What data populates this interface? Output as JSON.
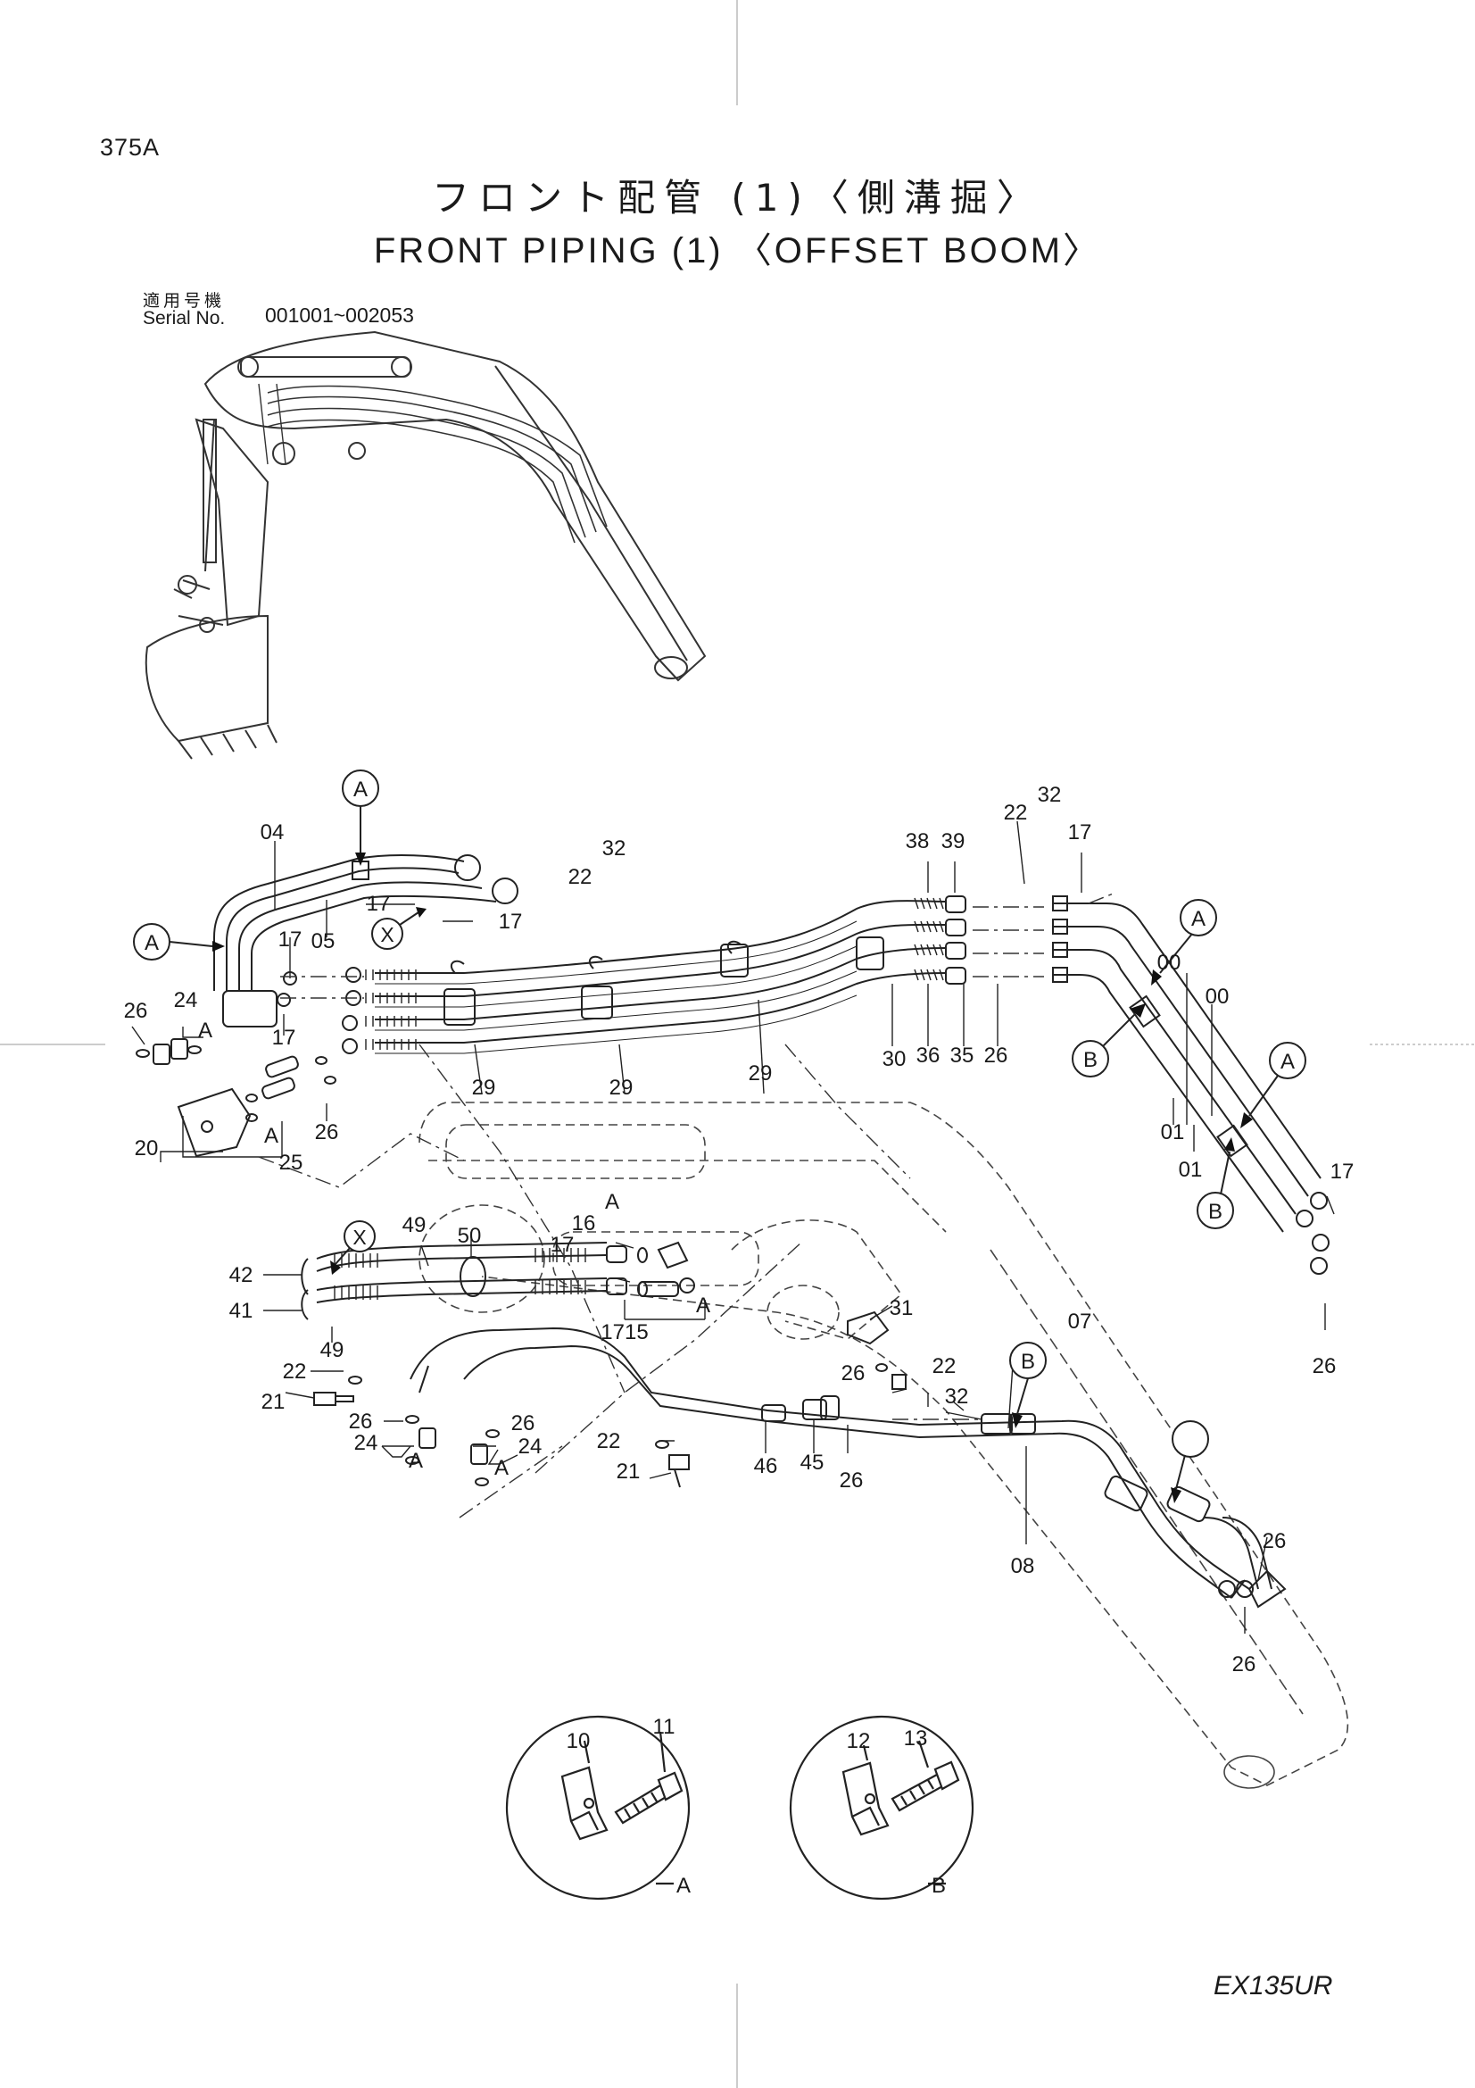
{
  "header": {
    "page_code": "375A",
    "title_ja": "フロント配管 (1)〈側溝掘〉",
    "title_en": "FRONT PIPING (1) 〈OFFSET BOOM〉",
    "serial_label_ja": "適用号機",
    "serial_label_en": "Serial No.",
    "serial_range": "001001~002053"
  },
  "footer": {
    "model": "EX135UR"
  },
  "callouts": {
    "a1": "A",
    "a2": "A",
    "a3": "A",
    "a4": "A",
    "b1": "B",
    "b2": "B",
    "b3": "B",
    "x1": "X",
    "x2": "X"
  },
  "detail_views": {
    "a": {
      "label": "A",
      "part_clamp": "10",
      "part_bolt": "11"
    },
    "b": {
      "label": "B",
      "part_clamp": "12",
      "part_bolt": "13"
    }
  },
  "part_labels": {
    "p04": "04",
    "p05": "05",
    "p17a": "17",
    "p17b": "17",
    "p17c": "17",
    "p17d": "17",
    "p17e": "17",
    "p17f": "17",
    "p17g": "17",
    "p22a": "22",
    "p32a": "32",
    "p26a": "26",
    "p24a": "24",
    "pA1": "A",
    "pA2": "A",
    "p20": "20",
    "p25": "25",
    "p26b": "26",
    "p29a": "29",
    "p29b": "29",
    "p29c": "29",
    "p38": "38",
    "p39": "39",
    "p22b": "22",
    "p32b": "32",
    "p30": "30",
    "p36": "36",
    "p35": "35",
    "p26c": "26",
    "p00a": "00",
    "p00b": "00",
    "p01a": "01",
    "p01b": "01",
    "p26d": "26",
    "p16": "16",
    "pA3": "A",
    "p49a": "49",
    "p50": "50",
    "p42": "42",
    "p41": "41",
    "p49b": "49",
    "p1715": "1715",
    "pA4": "A",
    "p31": "31",
    "p07": "07",
    "p22c": "22",
    "p21a": "21",
    "p26e": "26",
    "p24b": "24",
    "pA5": "A",
    "p26f": "26",
    "p24c": "24",
    "pA6": "A",
    "p22d": "22",
    "p21b": "21",
    "p46": "46",
    "p45": "45",
    "p26g": "26",
    "p26h": "26",
    "p22e": "22",
    "p32c": "32",
    "p08": "08",
    "p26i": "26",
    "p26j": "26"
  }
}
